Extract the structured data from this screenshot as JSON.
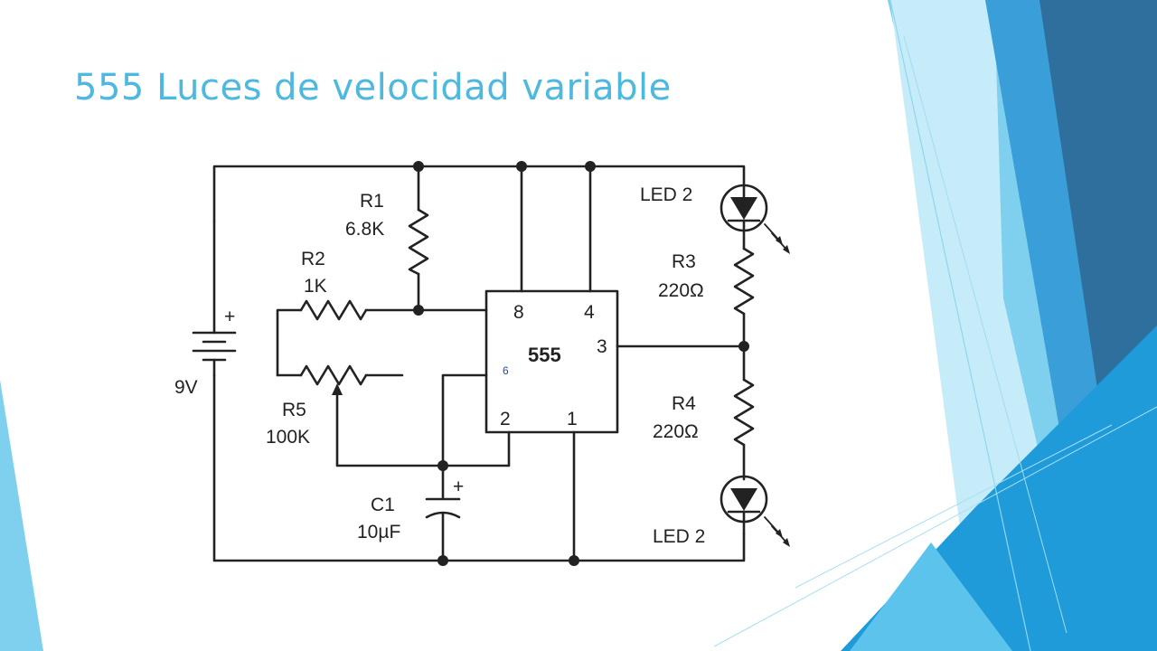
{
  "slide": {
    "title": "555 Luces de velocidad variable",
    "title_color": "#4db8e0"
  },
  "schematic": {
    "battery": {
      "name": "9V",
      "polarity": "+"
    },
    "r1": {
      "name": "R1",
      "value": "6.8K"
    },
    "r2": {
      "name": "R2",
      "value": "1K"
    },
    "r5": {
      "name": "R5",
      "value": "100K"
    },
    "c1": {
      "name": "C1",
      "value": "10µF",
      "polarity": "+"
    },
    "r3": {
      "name": "R3",
      "value": "220Ω"
    },
    "r4": {
      "name": "R4",
      "value": "220Ω"
    },
    "led_top": {
      "name": "LED 2"
    },
    "led_bottom": {
      "name": "LED 2"
    },
    "ic": {
      "name": "555",
      "pins": {
        "p8": "8",
        "p4": "4",
        "p3": "3",
        "p6": "6",
        "p2": "2",
        "p1": "1"
      }
    }
  },
  "theme": {
    "accent_colors": [
      "#2e6f9e",
      "#3a9fd8",
      "#7fd0ef",
      "#b9e6f7",
      "#1f9bd9"
    ]
  }
}
